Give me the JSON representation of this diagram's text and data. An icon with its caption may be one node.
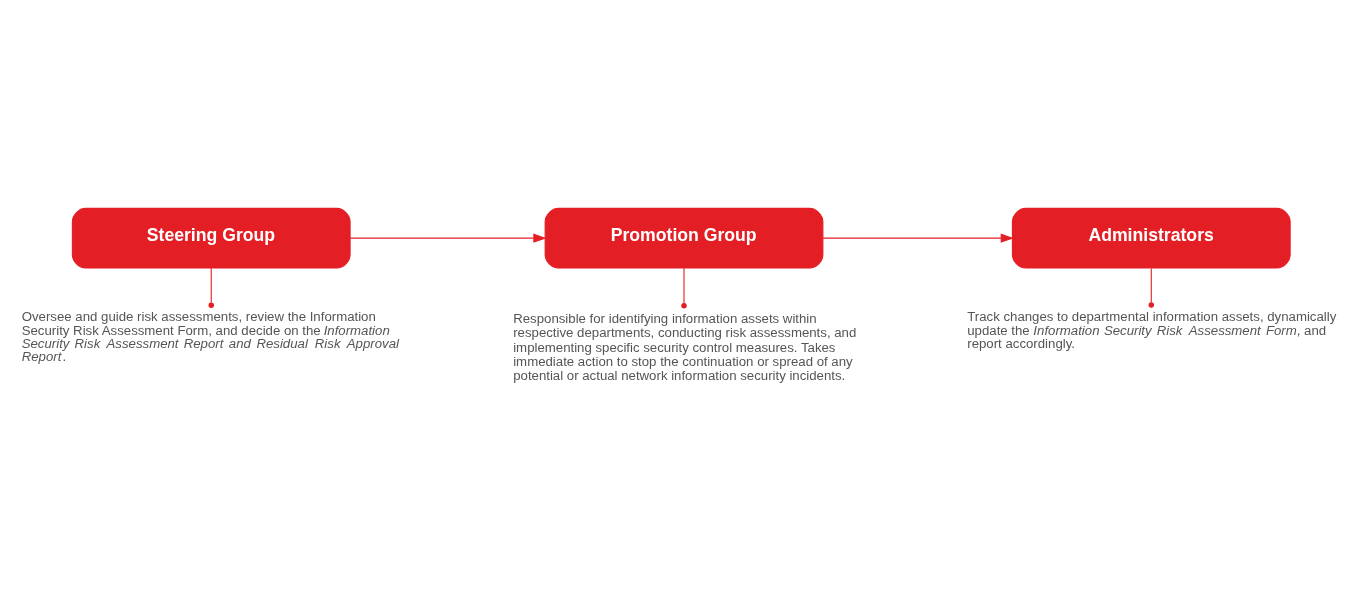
{
  "diagram": {
    "nodes": [
      {
        "text": [
          "Steering Group"
        ]
      },
      {
        "text": [
          "Promotion Group"
        ]
      },
      {
        "text": [
          "Administrators"
        ]
      },
      {
        "text": [
          "Oversee and guide risk assessments, review the Information Security Risk Assessment Form, and decide on the *Information Security Risk Assessment Report and Residual Risk Approval Report*."
        ]
      },
      {
        "text": [
          "Responsible for identifying information assets within respective departments, conducting risk assessments, and implementing specific security control measures. Takes immediate action to stop the continuation or spread of any potential or actual network information security incidents."
        ]
      },
      {
        "text": [
          "Track changes to departmental information assets, dynamically update the *Information Security Risk Assessment Form*, and report accordingly."
        ]
      }
    ],
    "edges": [
      {
        "from": 0,
        "to": 1,
        "arrow": "to"
      },
      {
        "from": 1,
        "to": 2,
        "arrow": "to"
      },
      {
        "from": 0,
        "to": 3,
        "arrow": "other"
      },
      {
        "from": 1,
        "to": 4,
        "arrow": "other"
      },
      {
        "from": 2,
        "to": 5,
        "arrow": "other"
      }
    ]
  }
}
